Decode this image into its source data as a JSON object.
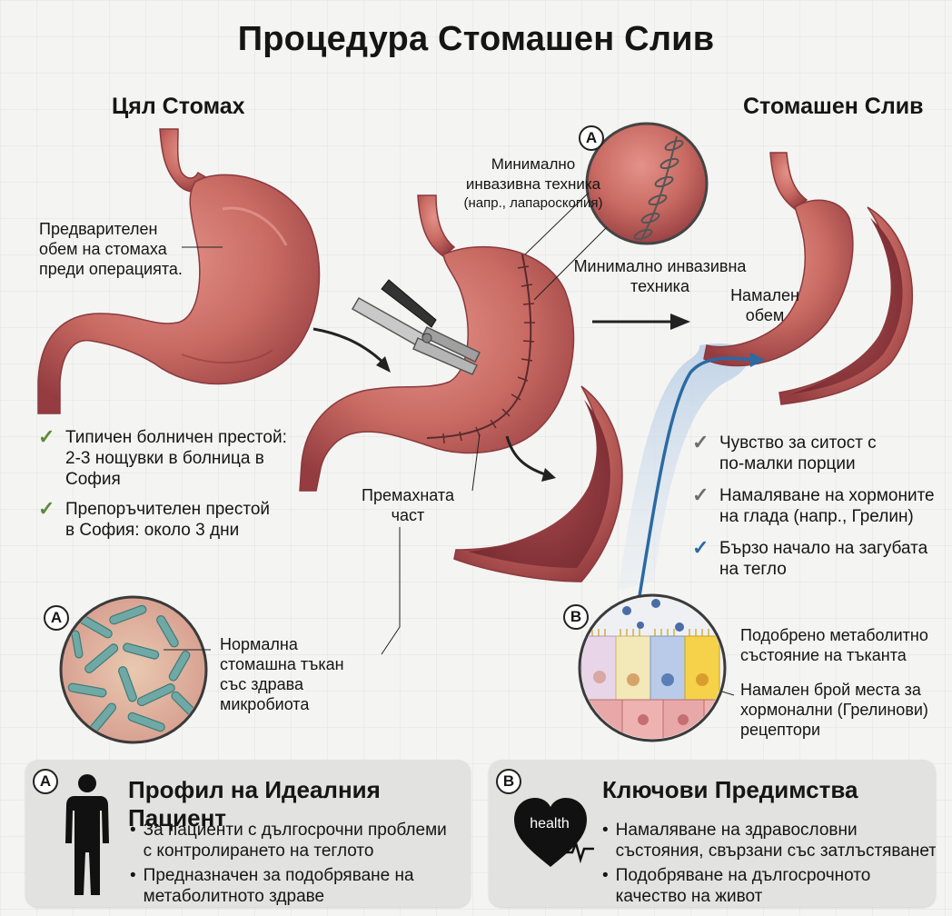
{
  "title": "Процедура Стомашен Слив",
  "left": {
    "heading": "Цял Стомах",
    "volume_label": [
      "Предварителен",
      "обем на стомаха",
      "преди операцията."
    ],
    "checks": [
      {
        "lines": [
          "Типичен болничен престой:",
          "2-3 нощувки в болница в",
          "София"
        ]
      },
      {
        "lines": [
          "Препоръчителен престой",
          "в София: около 3 дни"
        ]
      }
    ],
    "inset_badge": "A",
    "tissue_label": [
      "Нормална",
      "стомашна тъкан",
      "със здрава",
      "микробиота"
    ]
  },
  "middle": {
    "inset_badge": "A",
    "technique_label": [
      "Минимално",
      "инвазивна техника",
      "(напр., лапароскопия)"
    ],
    "technique_label_2": [
      "Минимално инвазивна",
      "техника"
    ],
    "removed_label": [
      "Премахната",
      "част"
    ]
  },
  "right": {
    "heading": "Стомашен Слив",
    "reduced_label": [
      "Намален",
      "обем"
    ],
    "checks": [
      {
        "lines": [
          "Чувство за ситост с",
          "по-малки порции"
        ],
        "color": "#6e6e6e"
      },
      {
        "lines": [
          "Намаляване на хормоните",
          "на глада (напр., Грелин)"
        ],
        "color": "#6e6e6e"
      },
      {
        "lines": [
          "Бързо начало на загубата",
          "на тегло"
        ],
        "color": "#2b6aa3"
      }
    ],
    "inset_badge": "B",
    "metabolic_label": [
      "Подобрено метаболитно",
      "състояние на тъканта"
    ],
    "receptor_label": [
      "Намален брой места за",
      "хормонални (Грелинови)",
      "рецептори"
    ]
  },
  "card_a": {
    "badge": "A",
    "title": "Профил на Идеалния Пациент",
    "bullets": [
      {
        "lines": [
          "За пациенти с дългосрочни проблеми",
          "с контролирането на теглото"
        ]
      },
      {
        "lines": [
          "Предназначен за подобряване на",
          "метаболитното здраве"
        ]
      }
    ]
  },
  "card_b": {
    "badge": "B",
    "title": "Ключови Предимства",
    "heart_text": "health",
    "bullets": [
      {
        "lines": [
          "Намаляване на здравословни",
          "състояния, свързани със затлъстяването"
        ]
      },
      {
        "lines": [
          "Подобряване на дългосрочното",
          "качество на живот"
        ]
      }
    ]
  },
  "colors": {
    "stomach": "#c86a62",
    "stomach_dark": "#a4474a",
    "check_green": "#5a8a3a",
    "check_blue": "#2b6aa3",
    "flow_blue": "#2b6aa3"
  },
  "icons": {
    "check": "check-icon",
    "person": "person-silhouette-icon",
    "heart": "heart-health-icon",
    "stapler": "surgical-stapler-icon"
  }
}
